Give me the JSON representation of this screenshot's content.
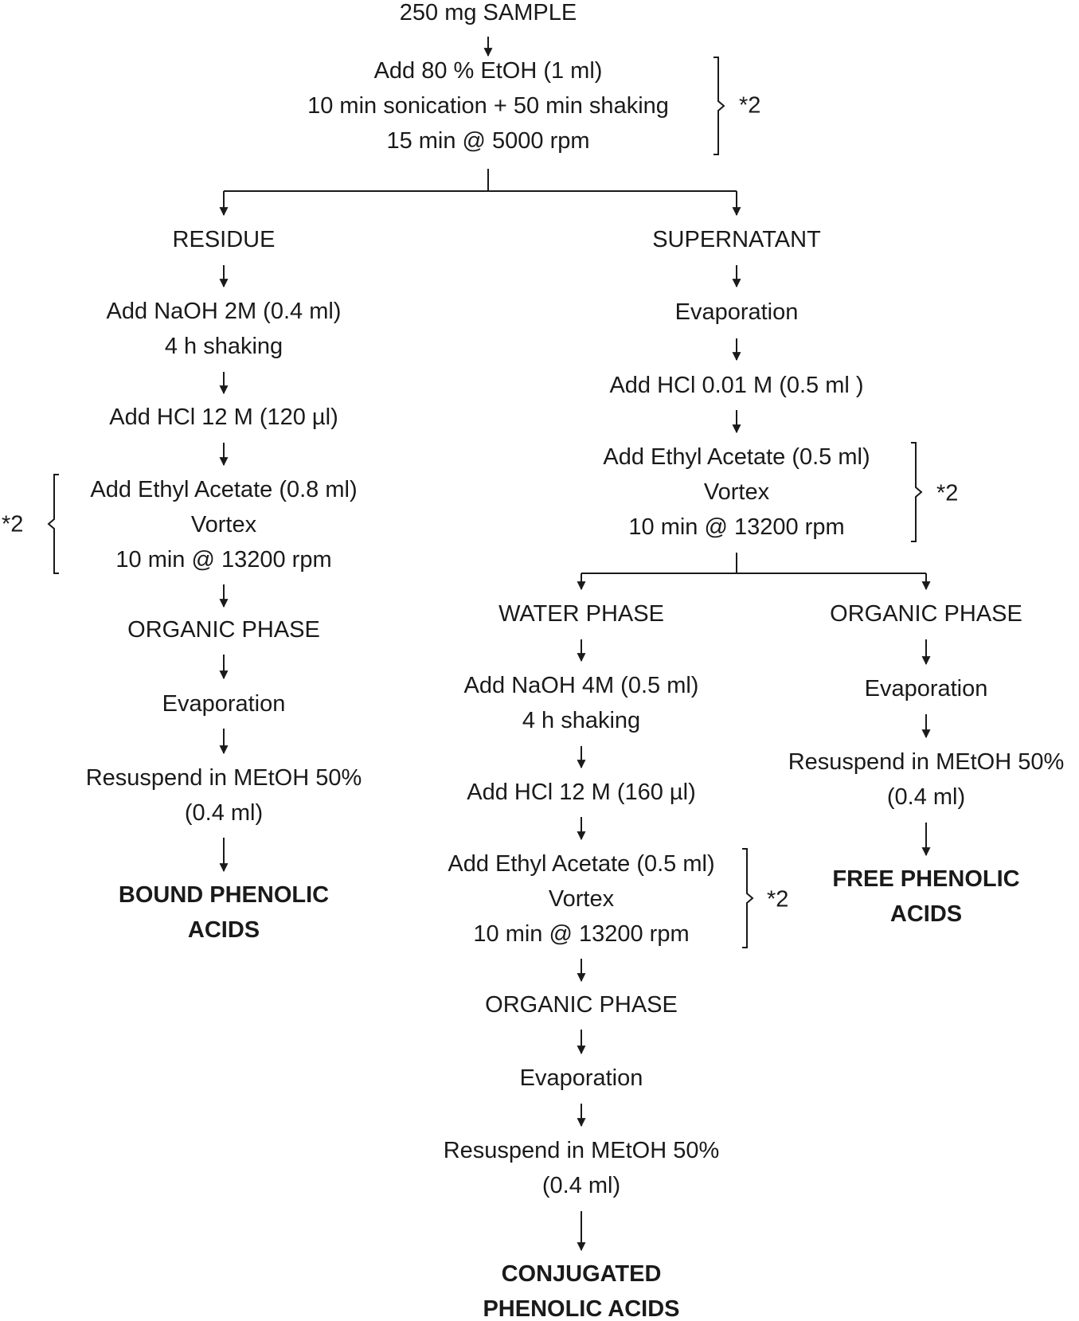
{
  "flowchart": {
    "start": {
      "label": "250 mg SAMPLE"
    },
    "extraction": {
      "line1": "Add 80 % EtOH (1 ml)",
      "line2": "10 min sonication + 50 min shaking",
      "line3": "15 min @ 5000 rpm",
      "repeat": "*2"
    },
    "residue": {
      "heading": "RESIDUE",
      "naoh_1": "Add NaOH 2M (0.4 ml)",
      "naoh_2": "4 h shaking",
      "hcl": "Add HCl 12 M (120 µl)",
      "ethyl_1": "Add Ethyl Acetate (0.8 ml)",
      "ethyl_2": "Vortex",
      "ethyl_3": "10 min @ 13200 rpm",
      "repeat": "*2",
      "organic_phase": "ORGANIC PHASE",
      "evaporation": "Evaporation",
      "resuspend_1": "Resuspend in MEtOH 50%",
      "resuspend_2": "(0.4 ml)",
      "result_1": "BOUND PHENOLIC",
      "result_2": "ACIDS"
    },
    "supernatant": {
      "heading": "SUPERNATANT",
      "evaporation": "Evaporation",
      "hcl": "Add HCl 0.01 M (0.5 ml )",
      "ethyl_1": "Add Ethyl Acetate (0.5 ml)",
      "ethyl_2": "Vortex",
      "ethyl_3": "10 min @ 13200 rpm",
      "repeat": "*2"
    },
    "water_phase": {
      "heading": "WATER PHASE",
      "naoh_1": "Add NaOH 4M (0.5 ml)",
      "naoh_2": "4 h shaking",
      "hcl": "Add HCl 12 M (160 µl)",
      "ethyl_1": "Add Ethyl Acetate (0.5 ml)",
      "ethyl_2": "Vortex",
      "ethyl_3": "10 min @ 13200 rpm",
      "repeat": "*2",
      "organic_phase": "ORGANIC PHASE",
      "evaporation": "Evaporation",
      "resuspend_1": "Resuspend in MEtOH 50%",
      "resuspend_2": "(0.4 ml)",
      "result_1": "CONJUGATED",
      "result_2": "PHENOLIC ACIDS"
    },
    "organic_phase": {
      "heading": "ORGANIC PHASE",
      "evaporation": "Evaporation",
      "resuspend_1": "Resuspend in MEtOH 50%",
      "resuspend_2": "(0.4 ml)",
      "result_1": "FREE PHENOLIC",
      "result_2": "ACIDS"
    }
  }
}
